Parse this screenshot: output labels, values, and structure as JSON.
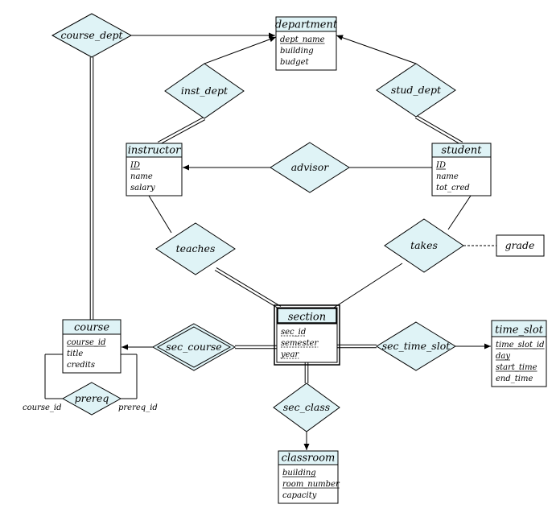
{
  "colors": {
    "fill": "#dff3f6",
    "line": "#000000"
  },
  "entities": [
    {
      "id": "department",
      "name": "department",
      "attrs": [
        {
          "text": "dept_name",
          "pk": true
        },
        {
          "text": "building",
          "pk": false
        },
        {
          "text": "budget",
          "pk": false
        }
      ]
    },
    {
      "id": "instructor",
      "name": "instructor",
      "attrs": [
        {
          "text": "ID",
          "pk": true
        },
        {
          "text": "name",
          "pk": false
        },
        {
          "text": "salary",
          "pk": false
        }
      ]
    },
    {
      "id": "student",
      "name": "student",
      "attrs": [
        {
          "text": "ID",
          "pk": true
        },
        {
          "text": "name",
          "pk": false
        },
        {
          "text": "tot_cred",
          "pk": false
        }
      ]
    },
    {
      "id": "section",
      "name": "section",
      "weak": true,
      "attrs": [
        {
          "text": "sec_id",
          "pk": true
        },
        {
          "text": "semester",
          "pk": true
        },
        {
          "text": "year",
          "pk": true
        }
      ]
    },
    {
      "id": "course",
      "name": "course",
      "attrs": [
        {
          "text": "course_id",
          "pk": true
        },
        {
          "text": "title",
          "pk": false
        },
        {
          "text": "credits",
          "pk": false
        }
      ]
    },
    {
      "id": "time_slot",
      "name": "time_slot",
      "attrs": [
        {
          "text": "time_slot_id",
          "pk": true
        },
        {
          "text": "day",
          "pk": true
        },
        {
          "text": "start_time",
          "pk": true
        },
        {
          "text": "end_time",
          "pk": false
        }
      ]
    },
    {
      "id": "classroom",
      "name": "classroom",
      "attrs": [
        {
          "text": "building",
          "pk": true
        },
        {
          "text": "room_number",
          "pk": true
        },
        {
          "text": "capacity",
          "pk": false
        }
      ]
    }
  ],
  "relationships": [
    {
      "id": "course_dept",
      "name": "course_dept"
    },
    {
      "id": "inst_dept",
      "name": "inst_dept"
    },
    {
      "id": "stud_dept",
      "name": "stud_dept"
    },
    {
      "id": "advisor",
      "name": "advisor"
    },
    {
      "id": "teaches",
      "name": "teaches"
    },
    {
      "id": "takes",
      "name": "takes"
    },
    {
      "id": "sec_course",
      "name": "sec_course",
      "identifying": true
    },
    {
      "id": "sec_time_slot",
      "name": "sec_time_slot"
    },
    {
      "id": "sec_class",
      "name": "sec_class"
    },
    {
      "id": "prereq",
      "name": "prereq"
    }
  ],
  "relationship_attributes": [
    {
      "id": "grade",
      "name": "grade"
    }
  ],
  "role_labels": [
    {
      "id": "course_id",
      "text": "course_id"
    },
    {
      "id": "prereq_id",
      "text": "prereq_id"
    }
  ]
}
